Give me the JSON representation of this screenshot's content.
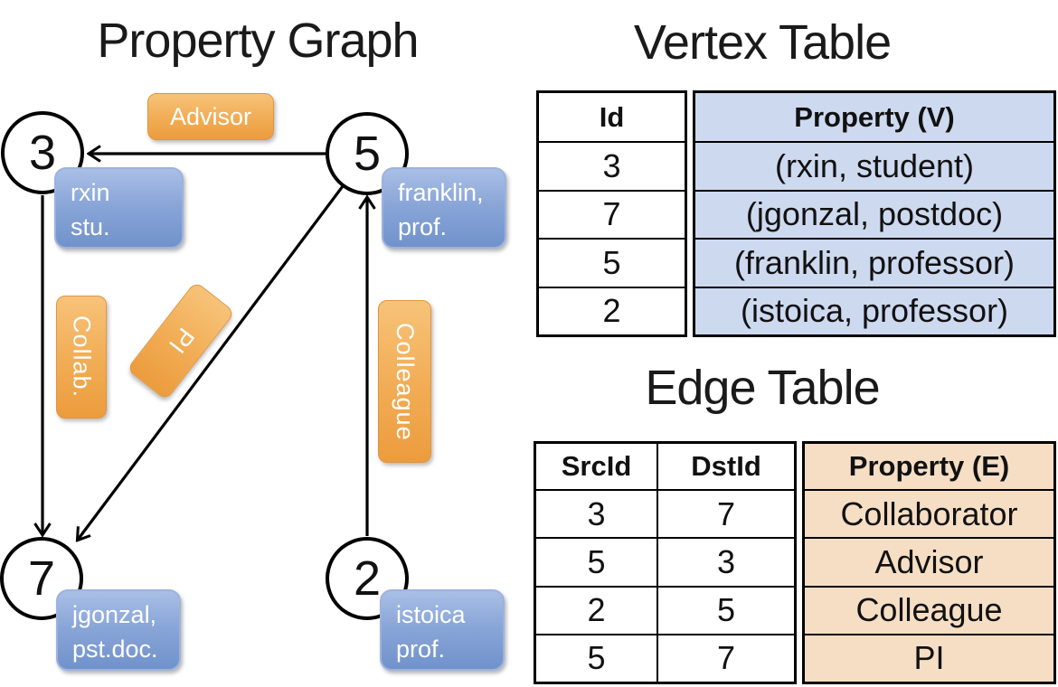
{
  "graph": {
    "title": "Property Graph",
    "nodes": {
      "n3": {
        "id": "3",
        "prop1": "rxin",
        "prop2": "stu."
      },
      "n5": {
        "id": "5",
        "prop1": "franklin,",
        "prop2": "prof."
      },
      "n7": {
        "id": "7",
        "prop1": "jgonzal,",
        "prop2": "pst.doc."
      },
      "n2": {
        "id": "2",
        "prop1": "istoica",
        "prop2": "prof."
      }
    },
    "edge_labels": {
      "advisor": "Advisor",
      "collab": "Collab.",
      "pi": "PI",
      "colleague": "Colleague"
    }
  },
  "vertex_table": {
    "title": "Vertex Table",
    "col_id": "Id",
    "col_property": "Property (V)",
    "rows": [
      {
        "id": "3",
        "property": "(rxin, student)"
      },
      {
        "id": "7",
        "property": "(jgonzal, postdoc)"
      },
      {
        "id": "5",
        "property": "(franklin, professor)"
      },
      {
        "id": "2",
        "property": "(istoica, professor)"
      }
    ]
  },
  "edge_table": {
    "title": "Edge Table",
    "col_src": "SrcId",
    "col_dst": "DstId",
    "col_property": "Property (E)",
    "rows": [
      {
        "src": "3",
        "dst": "7",
        "property": "Collaborator"
      },
      {
        "src": "5",
        "dst": "3",
        "property": "Advisor"
      },
      {
        "src": "2",
        "dst": "5",
        "property": "Colleague"
      },
      {
        "src": "5",
        "dst": "7",
        "property": "PI"
      }
    ]
  },
  "colors": {
    "vertex_property_bg": "#cdd9ef",
    "edge_property_bg": "#f5dec4",
    "vertex_box_blue": "#7e9ed3",
    "edge_box_orange": "#f0a852",
    "line_black": "#000000"
  }
}
